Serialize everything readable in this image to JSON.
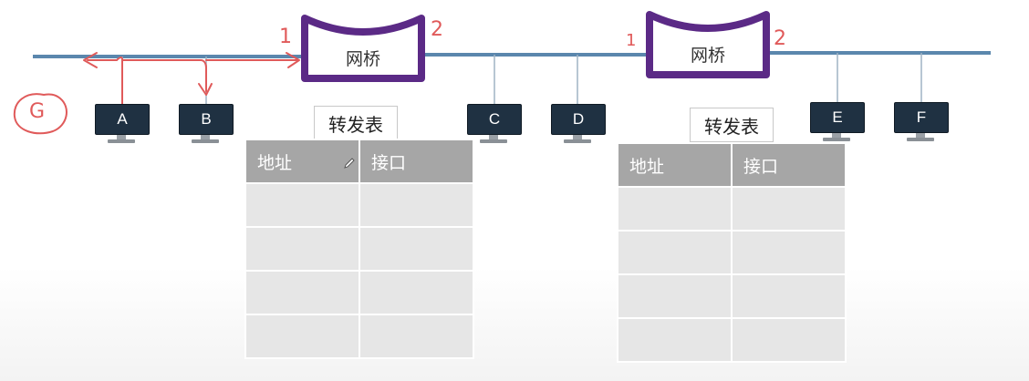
{
  "bridges": [
    {
      "label": "网桥",
      "port_left": "1",
      "port_right": "2"
    },
    {
      "label": "网桥",
      "port_left": "1",
      "port_right": "2"
    }
  ],
  "hosts": [
    "A",
    "B",
    "C",
    "D",
    "E",
    "F"
  ],
  "annotation": {
    "handwritten_host": "G"
  },
  "tables": [
    {
      "title": "转发表",
      "columns": [
        "地址",
        "接口"
      ],
      "rows": [
        [
          "",
          ""
        ],
        [
          "",
          ""
        ],
        [
          "",
          ""
        ],
        [
          "",
          ""
        ]
      ]
    },
    {
      "title": "转发表",
      "columns": [
        "地址",
        "接口"
      ],
      "rows": [
        [
          "",
          ""
        ],
        [
          "",
          ""
        ],
        [
          "",
          ""
        ],
        [
          "",
          ""
        ]
      ]
    }
  ],
  "colors": {
    "cable": "#5b87ad",
    "bridge_frame": "#5b2a86",
    "host_screen": "#1f3142",
    "table_header": "#a6a6a6",
    "table_cell": "#e6e6e6",
    "pen_annotation": "#e05a5a"
  }
}
